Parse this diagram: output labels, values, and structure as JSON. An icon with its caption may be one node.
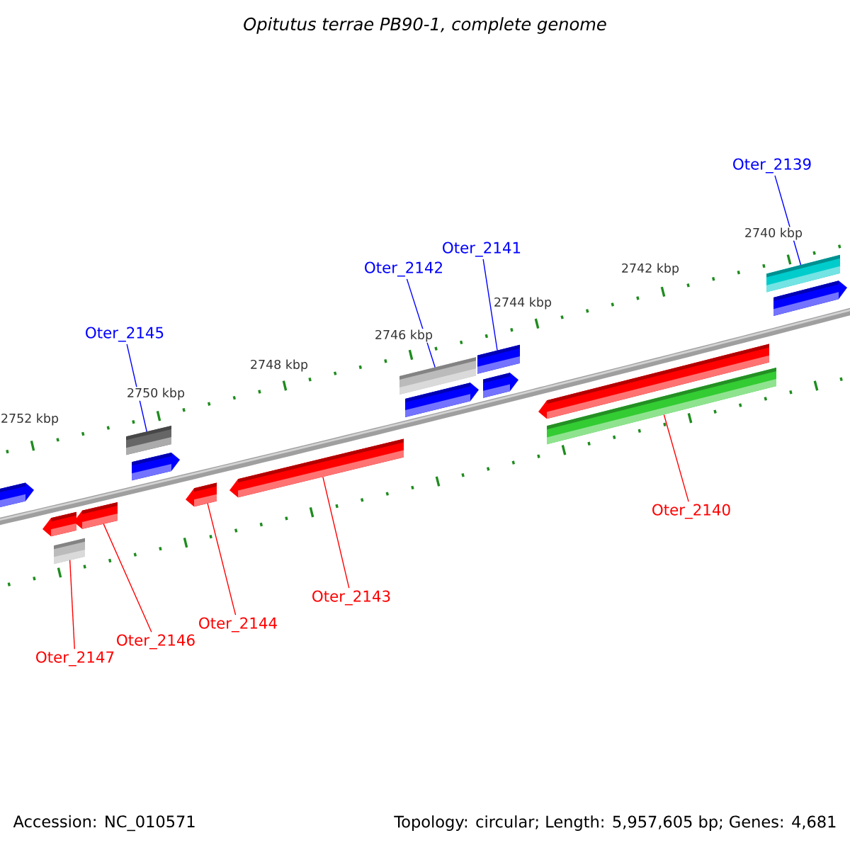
{
  "diagram": {
    "title": "Opitutus terrae PB90-1, complete genome",
    "nodes": [
      {
        "text": [
          "Oter_2139"
        ]
      },
      {
        "text": [
          "Oter_2141"
        ]
      },
      {
        "text": [
          "Oter_2142"
        ]
      },
      {
        "text": [
          "Oter_2145"
        ]
      },
      {
        "text": [
          "Oter_2140"
        ]
      },
      {
        "text": [
          "Oter_2143"
        ]
      },
      {
        "text": [
          "Oter_2144"
        ]
      },
      {
        "text": [
          "Oter_2146"
        ]
      },
      {
        "text": [
          "Oter_2147"
        ]
      },
      {
        "text": [],
        "shape": "bar"
      },
      {
        "text": [],
        "shape": "bar"
      },
      {
        "text": [],
        "shape": "bar"
      },
      {
        "text": [],
        "shape": "bar"
      },
      {
        "text": [],
        "shape": "bar"
      },
      {
        "text": [],
        "shape": "bar"
      },
      {
        "text": [],
        "shape": "bar"
      },
      {
        "text": [],
        "shape": "bar"
      },
      {
        "text": [],
        "shape": "bar"
      },
      {
        "text": [],
        "shape": "bar"
      },
      {
        "text": [],
        "shape": "bar"
      },
      {
        "text": [],
        "shape": "bar"
      },
      {
        "text": [],
        "shape": "bar"
      },
      {
        "text": [],
        "shape": "bar"
      },
      {
        "text": [],
        "shape": "bar"
      },
      {
        "text": [],
        "shape": "bar"
      }
    ],
    "edges": [
      {
        "from": 0,
        "to": 23,
        "arrow": "none",
        "color": "#0000ff"
      },
      {
        "from": 1,
        "to": 19,
        "arrow": "none",
        "color": "#0000ff"
      },
      {
        "from": 2,
        "to": 17,
        "arrow": "none",
        "color": "#0000ff"
      },
      {
        "from": 3,
        "to": 13,
        "arrow": "none",
        "color": "#0000ff"
      },
      {
        "from": 4,
        "to": 22,
        "arrow": "none"
      },
      {
        "from": 5,
        "to": 16,
        "arrow": "none"
      },
      {
        "from": 6,
        "to": 15,
        "arrow": "none"
      },
      {
        "from": 7,
        "to": 12,
        "arrow": "none"
      },
      {
        "from": 8,
        "to": 11,
        "arrow": "none"
      }
    ],
    "labels": [
      "2740 kbp",
      "2742 kbp",
      "2744 kbp",
      "2746 kbp",
      "2748 kbp",
      "2750 kbp",
      "2752 kbp",
      "Accession: NC_010571",
      "Topology: circular; Length: 5,957,605 bp; Genes: 4,681"
    ]
  }
}
